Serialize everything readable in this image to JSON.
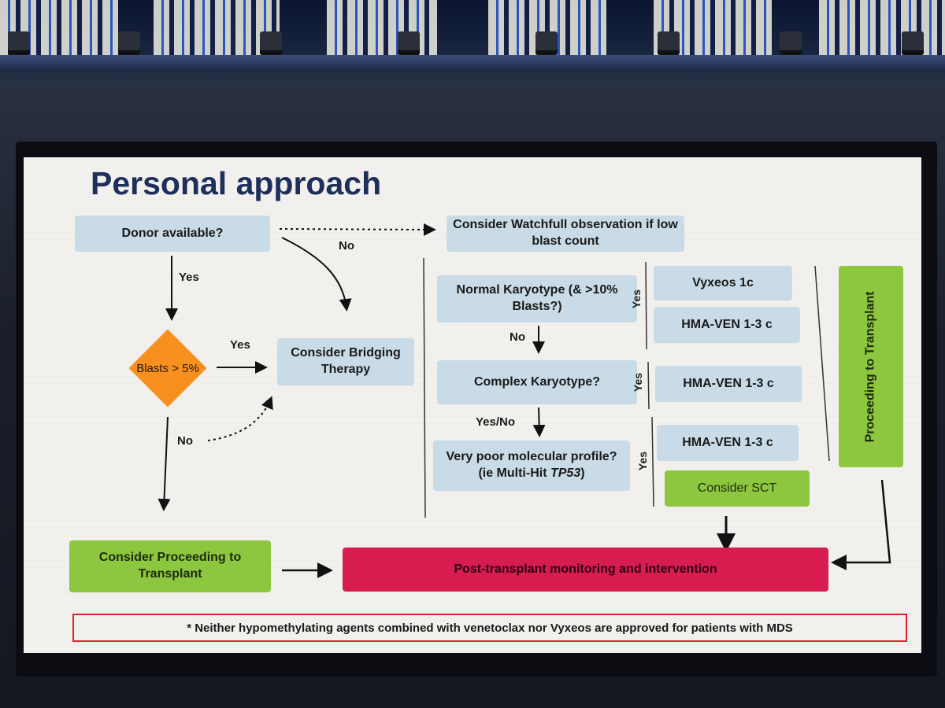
{
  "slide": {
    "title": "Personal approach",
    "nodes": {
      "donor": "Donor available?",
      "watchful": "Consider Watchfull observation if low blast count",
      "blasts": "Blasts > 5%",
      "bridging": "Consider Bridging Therapy",
      "normal_karyotype": "Normal Karyotype (& >10% Blasts?)",
      "complex_karyotype": "Complex Karyotype?",
      "molecular_prefix": "Very poor molecular profile? (ie Multi-Hit ",
      "molecular_gene": "TP53",
      "molecular_suffix": ")",
      "vyxeos": "Vyxeos 1c",
      "hma_ven_1": "HMA-VEN 1-3 c",
      "hma_ven_2": "HMA-VEN 1-3 c",
      "hma_ven_3": "HMA-VEN 1-3 c",
      "consider_sct": "Consider SCT",
      "proceeding": "Proceeding to Transplant",
      "consider_proceeding": "Consider Proceeding to Transplant",
      "post_transplant": "Post-transplant monitoring and intervention"
    },
    "edge_labels": {
      "no_donor": "No",
      "yes_donor": "Yes",
      "yes_blasts": "Yes",
      "no_blasts": "No",
      "no_normal": "No",
      "yes_no": "Yes/No",
      "yes_normal": "Yes",
      "yes_complex": "Yes",
      "yes_molecular": "Yes"
    },
    "footnote": "* Neither hypomethylating agents combined with venetoclax nor Vyxeos are approved for patients with MDS"
  }
}
